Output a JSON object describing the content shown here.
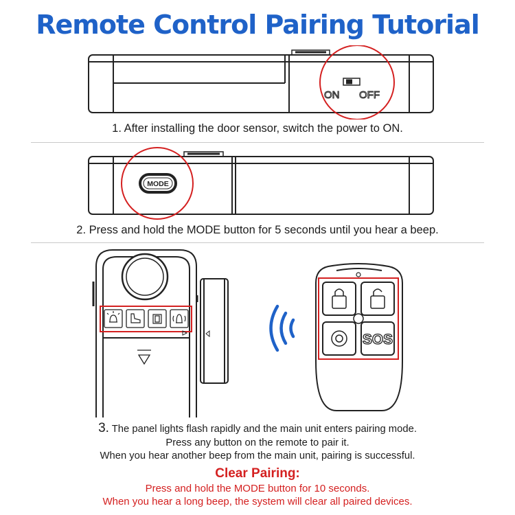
{
  "title": "Remote Control Pairing Tutorial",
  "step1": {
    "caption": "1. After installing the door sensor, switch the power to ON.",
    "switch_on": "ON",
    "switch_off": "OFF"
  },
  "step2": {
    "caption": "2. Press and hold the MODE button for 5 seconds until you hear a beep.",
    "mode_label": "MODE"
  },
  "step3": {
    "number": "3.",
    "line1": "The panel lights flash rapidly and the main unit enters pairing mode.",
    "line2": "Press any button on the remote to pair it.",
    "line3": "When you hear another beep from the main unit, pairing is successful.",
    "remote_sos": "SOS"
  },
  "clear": {
    "title": "Clear Pairing:",
    "line1": "Press and hold the MODE button for 10 seconds.",
    "line2": "When you hear a long beep, the system will clear all paired devices."
  },
  "colors": {
    "title_blue": "#1f62c8",
    "highlight_red": "#d42020",
    "signal_blue": "#1f62c8"
  }
}
